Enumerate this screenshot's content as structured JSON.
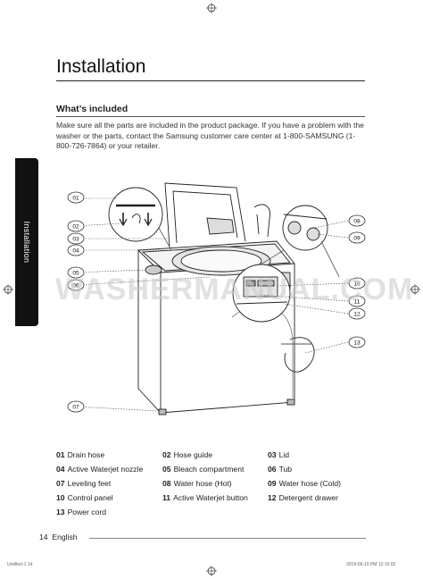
{
  "page": {
    "title": "Installation",
    "section_heading": "What’s included",
    "intro": "Make sure all the parts are included in the product package. If you have a problem with the washer or the parts, contact the Samsung customer care center at 1-800-SAMSUNG (1-800-726-7864) or your retailer.",
    "side_tab": "Installation",
    "watermark": "WASHERMANUAL.COM",
    "page_number": "14",
    "page_language": "English",
    "print_left": "Untitled-1 14",
    "print_right": "2019-06-10  PM 12:16:02"
  },
  "callouts": [
    "01",
    "02",
    "03",
    "04",
    "05",
    "06",
    "07",
    "08",
    "09",
    "10",
    "11",
    "12",
    "13"
  ],
  "parts": [
    {
      "num": "01",
      "label": "Drain hose"
    },
    {
      "num": "02",
      "label": "Hose guide"
    },
    {
      "num": "03",
      "label": "Lid"
    },
    {
      "num": "04",
      "label": "Active Waterjet nozzle"
    },
    {
      "num": "05",
      "label": "Bleach compartment"
    },
    {
      "num": "06",
      "label": "Tub"
    },
    {
      "num": "07",
      "label": "Leveling feet"
    },
    {
      "num": "08",
      "label": "Water hose (Hot)"
    },
    {
      "num": "09",
      "label": "Water hose (Cold)"
    },
    {
      "num": "10",
      "label": "Control panel"
    },
    {
      "num": "11",
      "label": "Active Waterjet button"
    },
    {
      "num": "12",
      "label": "Detergent drawer"
    },
    {
      "num": "13",
      "label": "Power cord"
    }
  ]
}
